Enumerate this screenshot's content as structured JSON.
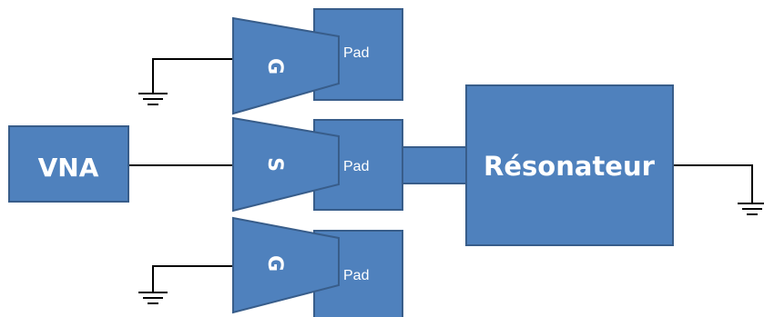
{
  "blocks": {
    "vna": "VNA",
    "resonator": "Résonateur"
  },
  "probes": [
    {
      "tip": "G",
      "pad": "Pad"
    },
    {
      "tip": "S",
      "pad": "Pad"
    },
    {
      "tip": "G",
      "pad": "Pad"
    }
  ],
  "colors": {
    "block_fill": "#4f81bd",
    "block_stroke": "#385d8a",
    "wire": "#000000"
  }
}
